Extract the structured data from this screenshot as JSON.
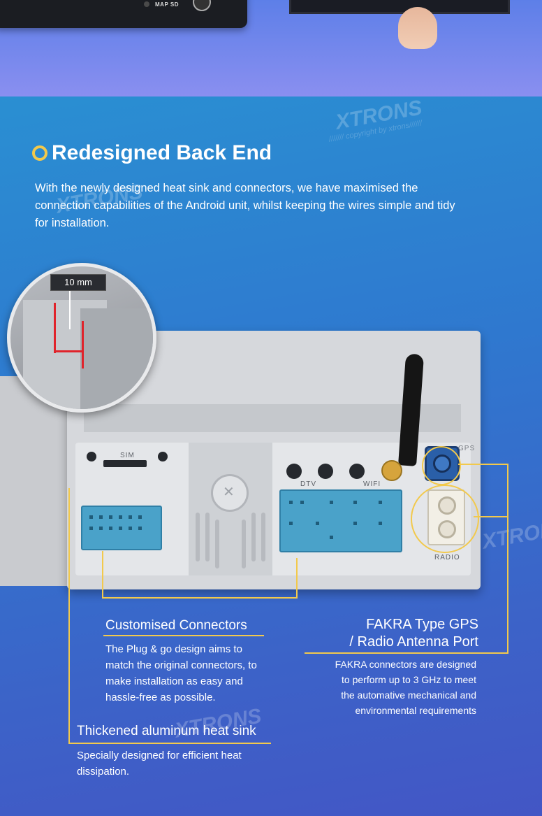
{
  "top": {
    "mapsd_label": "MAP SD"
  },
  "brand": {
    "watermark": "XTRONS",
    "copyright": "/////// copyright by xtrons//////"
  },
  "section": {
    "title": "Redesigned Back End",
    "intro": "With the newly designed heat sink and connectors, we have maximised the connection capabilities of the Android unit, whilst keeping the wires simple and tidy for installation."
  },
  "device": {
    "measure_label": "10 mm",
    "sim_label": "SIM",
    "dtv_label": "DTV",
    "wifi_label": "WIFI",
    "gps_label": "GPS",
    "radio_label": "RADIO"
  },
  "callouts": {
    "connectors": {
      "title": "Customised Connectors",
      "body": "The Plug & go design aims to match the original connectors, to make installation as easy and hassle-free as possible."
    },
    "fakra": {
      "title_line1": "FAKRA Type GPS",
      "title_line2": "/ Radio Antenna Port",
      "body": "FAKRA connectors are designed to perform up to 3 GHz to meet the automative mechanical and environmental requirements"
    },
    "heatsink": {
      "title": "Thickened aluminum heat sink",
      "body": "Specially designed for efficient heat dissipation."
    }
  },
  "colors": {
    "accent": "#f2c94c",
    "text": "#ffffff"
  }
}
